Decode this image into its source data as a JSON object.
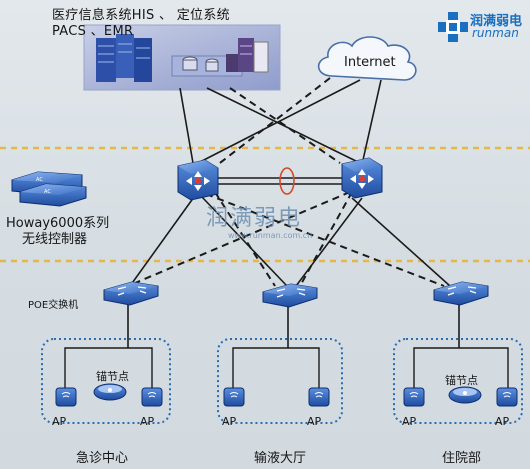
{
  "header": {
    "line1": "医疗信息系统HIS 、 定位系统",
    "line2": "PACS 、EMR"
  },
  "logo": {
    "brand_cn": "润满弱电",
    "brand_en": "runman",
    "color": "#1a6fc0"
  },
  "cloud": {
    "label": "Internet"
  },
  "controller": {
    "line1": "Howay6000系列",
    "line2": "无线控制器"
  },
  "watermark": {
    "cn": "润满弱电",
    "url": "www.runman.com.cn"
  },
  "poe_label": "POE交换机",
  "anchor_label": "锚节点",
  "ap_label": "AP",
  "zones": [
    {
      "name": "急诊中心"
    },
    {
      "name": "输液大厅"
    },
    {
      "name": "住院部"
    }
  ],
  "colors": {
    "dash_line": "#e8b84a",
    "zone_border": "#2a6db0",
    "device_blue": "#2e64b8"
  }
}
